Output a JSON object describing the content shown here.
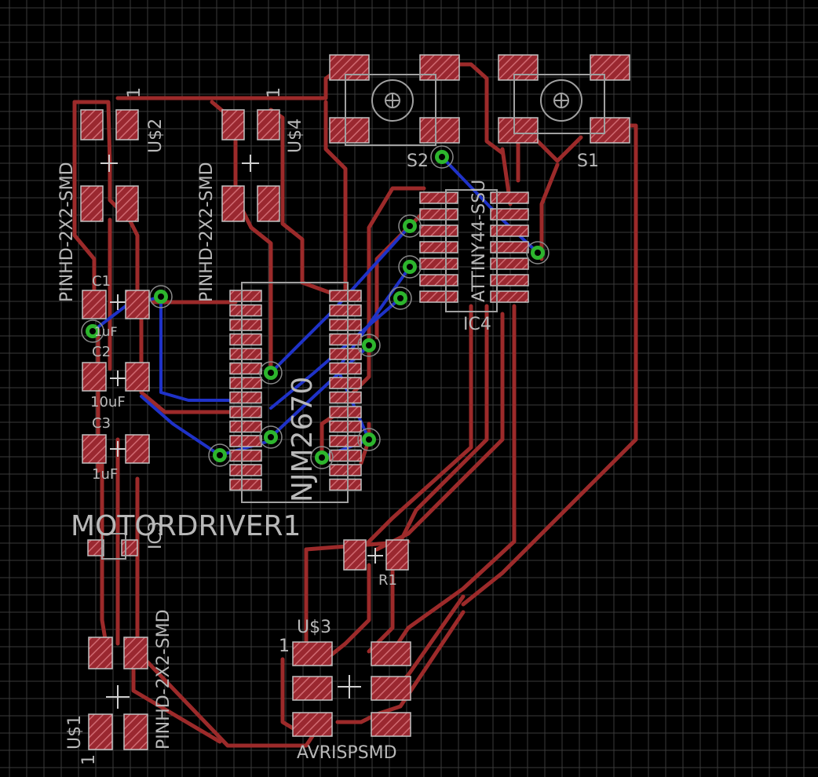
{
  "canvas": {
    "background": "#000000",
    "grid_color": "#3a3a3a",
    "trace_top_color": "#9c2a2a",
    "trace_bottom_color": "#1f32c8",
    "pad_color": "#a8303a",
    "via_color": "#2db52d",
    "outline_color": "#a0a0a0"
  },
  "labels": {
    "pinhd_1": "PINHD-2X2-SMD",
    "us2": "U$2",
    "pinhd_2": "PINHD-2X2-SMD",
    "us4": "U$4",
    "c1": "C1",
    "c1_value": "1uF",
    "c2": "C2",
    "c2_value": "10uF",
    "c3": "C3",
    "c3_value": "1uF",
    "motordriver": "MOTORDRIVER1",
    "ic3": "IC3",
    "nj_part": "NJM2670",
    "s2": "S2",
    "s1": "S1",
    "attiny": "ATTINY44-SSU",
    "ic4": "IC4",
    "r1": "R1",
    "us3": "U$3",
    "us3_pin": "1",
    "avrisp": "AVRISPSMD",
    "pinhd_3": "PINHD-2X2-SMD",
    "us1": "U$1",
    "us1_pin": "1",
    "us2_pin": "1",
    "us4_pin": "1"
  }
}
